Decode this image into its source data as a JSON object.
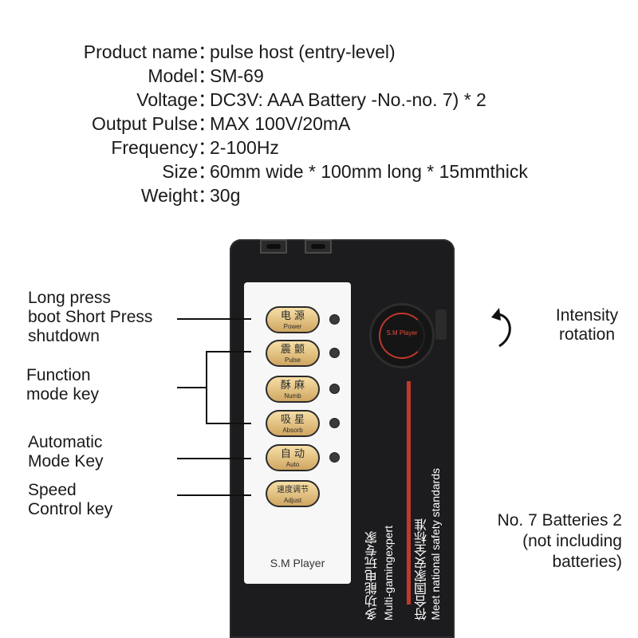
{
  "specs": [
    {
      "label": "Product name",
      "value": "pulse host (entry-level)"
    },
    {
      "label": "Model",
      "value": "SM-69"
    },
    {
      "label": "Voltage",
      "value": "DC3V: AAA Battery -No.-no. 7) * 2"
    },
    {
      "label": "Output Pulse",
      "value": "MAX 100V/20mA"
    },
    {
      "label": "Frequency",
      "value": "2-100Hz"
    },
    {
      "label": "Size",
      "value": "60mm wide * 100mm long * 15mmthick"
    },
    {
      "label": "Weight",
      "value": "30g"
    }
  ],
  "colon": "：",
  "device": {
    "keys": [
      {
        "cn": "电 源",
        "en": "Power"
      },
      {
        "cn": "震 颤",
        "en": "Pulse"
      },
      {
        "cn": "酥 麻",
        "en": "Numb"
      },
      {
        "cn": "吸 星",
        "en": "Absorb"
      },
      {
        "cn": "自 动",
        "en": "Auto"
      },
      {
        "cn": "速度调节",
        "en": "Adjust"
      }
    ],
    "panel_brand": "S.M Player",
    "knob_label": "S.M Player",
    "vertical_text_cn_1": "多功能电玩专家",
    "vertical_text_en_1": "Multi-gamingexpert",
    "vertical_text_cn_2": "符合国家安全标准",
    "vertical_text_en_2": "Meet national safety standards"
  },
  "callouts": {
    "power_line1": "Long press",
    "power_line2": "boot Short Press",
    "power_line3": "shutdown",
    "function_line1": "Function",
    "function_line2": "mode key",
    "auto_line1": "Automatic",
    "auto_line2": "Mode Key",
    "speed_line1": "Speed",
    "speed_line2": "Control key",
    "intensity_line1": "Intensity",
    "intensity_line2": "rotation",
    "battery_line1": "No. 7 Batteries 2",
    "battery_line2": "(not including",
    "battery_line3": "batteries)"
  },
  "colors": {
    "accent_red": "#c0392b",
    "key_gold": "#d0a661",
    "device_body": "#1c1c1e"
  },
  "icons": {
    "rotation": "counterclockwise-arrow-icon"
  }
}
